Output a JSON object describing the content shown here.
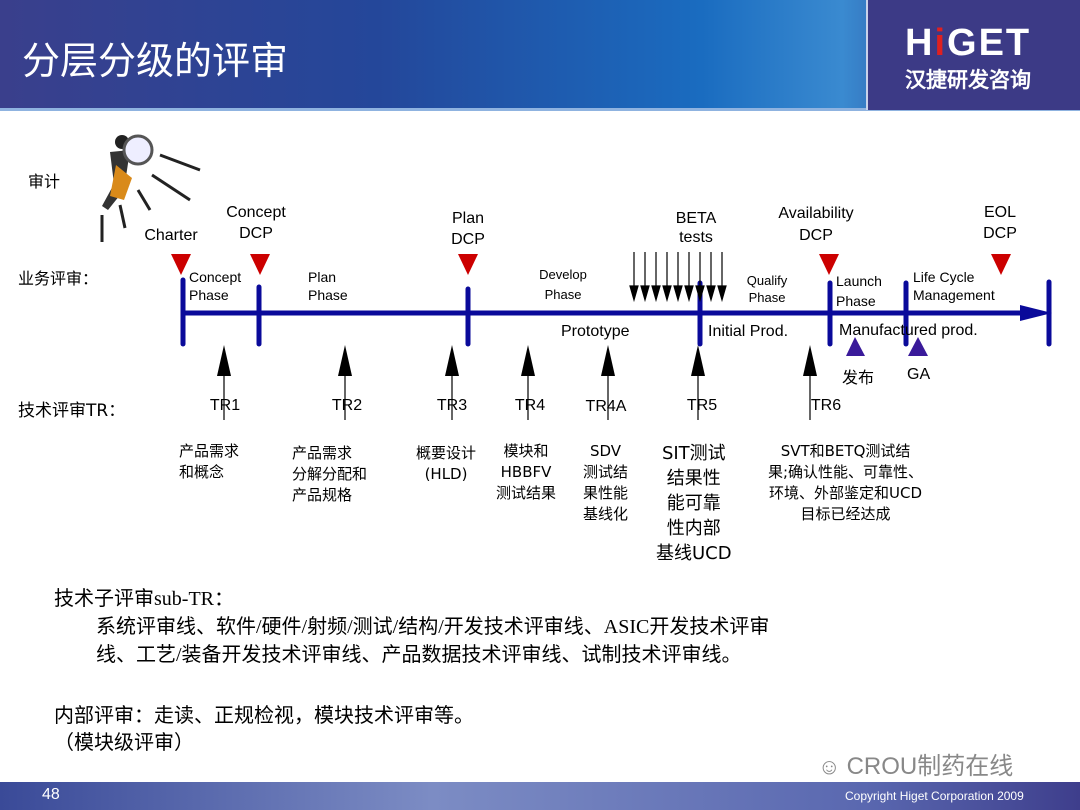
{
  "header": {
    "title": "分层分级的评审",
    "logo_text": "HiGET",
    "logo_sub": "汉捷研发咨询"
  },
  "left_labels": {
    "audit": "审计",
    "business_review": "业务评审：",
    "tech_review": "技术评审TR："
  },
  "dcp": [
    {
      "label": "Charter"
    },
    {
      "label": "Concept DCP"
    },
    {
      "label": "Plan DCP"
    },
    {
      "label": "Availability DCP"
    },
    {
      "label": "EOL DCP"
    }
  ],
  "beta": "BETA tests",
  "phases": [
    "Concept Phase",
    "Plan Phase",
    "Develop Phase",
    "Qualify Phase",
    "Launch Phase",
    "Life Cycle Management"
  ],
  "product_stages": [
    "Prototype",
    "Initial Prod.",
    "Manufactured prod."
  ],
  "milestones": [
    "发布",
    "GA"
  ],
  "tr": [
    {
      "label": "TR1",
      "desc": "产品需求\n和概念"
    },
    {
      "label": "TR2",
      "desc": "产品需求\n分解分配和\n产品规格"
    },
    {
      "label": "TR3",
      "desc": "概要设计\n(HLD)"
    },
    {
      "label": "TR4",
      "desc": "模块和\nHBBFV\n测试结果"
    },
    {
      "label": "TR4A",
      "desc": "SDV\n测试结\n果性能\n基线化"
    },
    {
      "label": "TR5",
      "desc": "SIT测试\n结果性\n能可靠\n性内部\n基线UCD"
    },
    {
      "label": "TR6",
      "desc": "SVT和BETQ测试结\n果;确认性能、可靠性、\n环境、外部鉴定和UCD\n目标已经达成"
    }
  ],
  "notes": {
    "subtr_title": "技术子评审sub-TR：",
    "subtr_line1": "系统评审线、软件/硬件/射频/测试/结构/开发技术评审线、ASIC开发技术评审",
    "subtr_line2": "线、工艺/装备开发技术评审线、产品数据技术评审线、试制技术评审线。",
    "internal": "内部评审：走读、正规检视，模块技术评审等。",
    "internal_sub": "（模块级评审）"
  },
  "watermark": "CROU制药在线",
  "footer": {
    "page": "48",
    "copyright": "Copyright  Higet  Corporation  2009"
  },
  "colors": {
    "timeline": "#0a0a9a",
    "dcp": "#cc0000",
    "milestone": "#3a1a9a"
  }
}
